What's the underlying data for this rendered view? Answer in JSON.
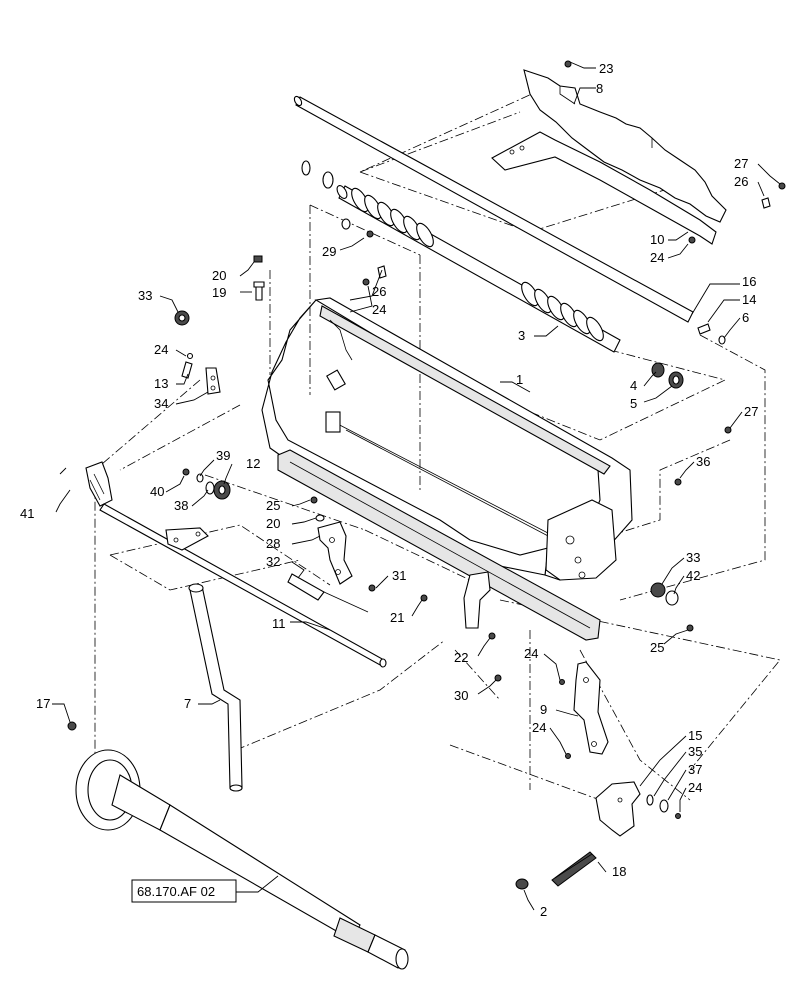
{
  "diagram": {
    "callouts": [
      "1",
      "2",
      "3",
      "4",
      "5",
      "6",
      "7",
      "8",
      "9",
      "10",
      "11",
      "12",
      "13",
      "14",
      "15",
      "16",
      "17",
      "18",
      "19",
      "20",
      "21",
      "22",
      "23",
      "24",
      "25",
      "26",
      "27",
      "28",
      "29",
      "30",
      "31",
      "32",
      "33",
      "34",
      "35",
      "36",
      "37",
      "38",
      "39",
      "40",
      "41",
      "42"
    ],
    "reference_box": "68.170.AF 02"
  }
}
